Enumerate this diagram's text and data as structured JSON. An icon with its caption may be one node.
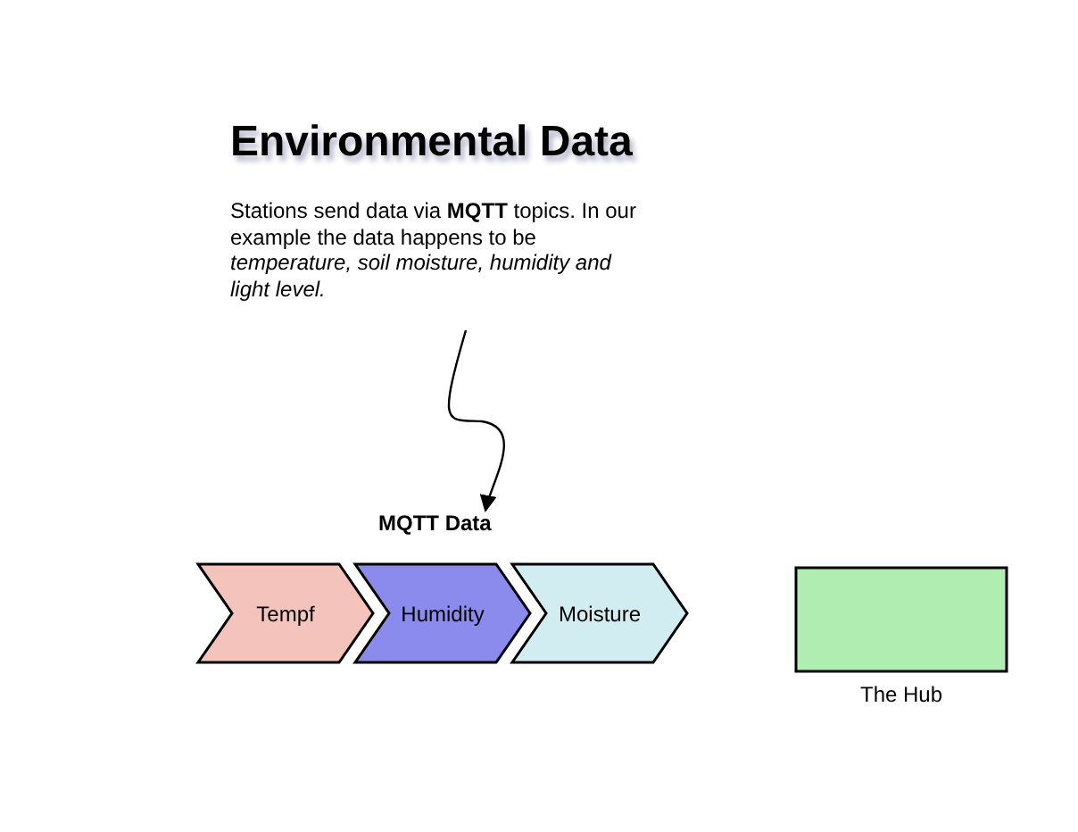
{
  "diagram": {
    "title": "Environmental Data",
    "nodes": [
      {
        "text": [
          "Stations send data via **MQTT** topics. In our example the data happens to be *temperature, soil moisture, humidity and light level.*"
        ]
      },
      {
        "text": [
          "MQTT Data"
        ]
      },
      {
        "text": [
          "Tempf"
        ]
      },
      {
        "text": [
          "Humidity"
        ]
      },
      {
        "text": [
          "Moisture"
        ]
      },
      {
        "text": [],
        "shape": "box",
        "beside": [
          "The Hub"
        ]
      }
    ],
    "edges": [
      {
        "from": 0,
        "to": 1,
        "arrow": "to"
      }
    ]
  }
}
